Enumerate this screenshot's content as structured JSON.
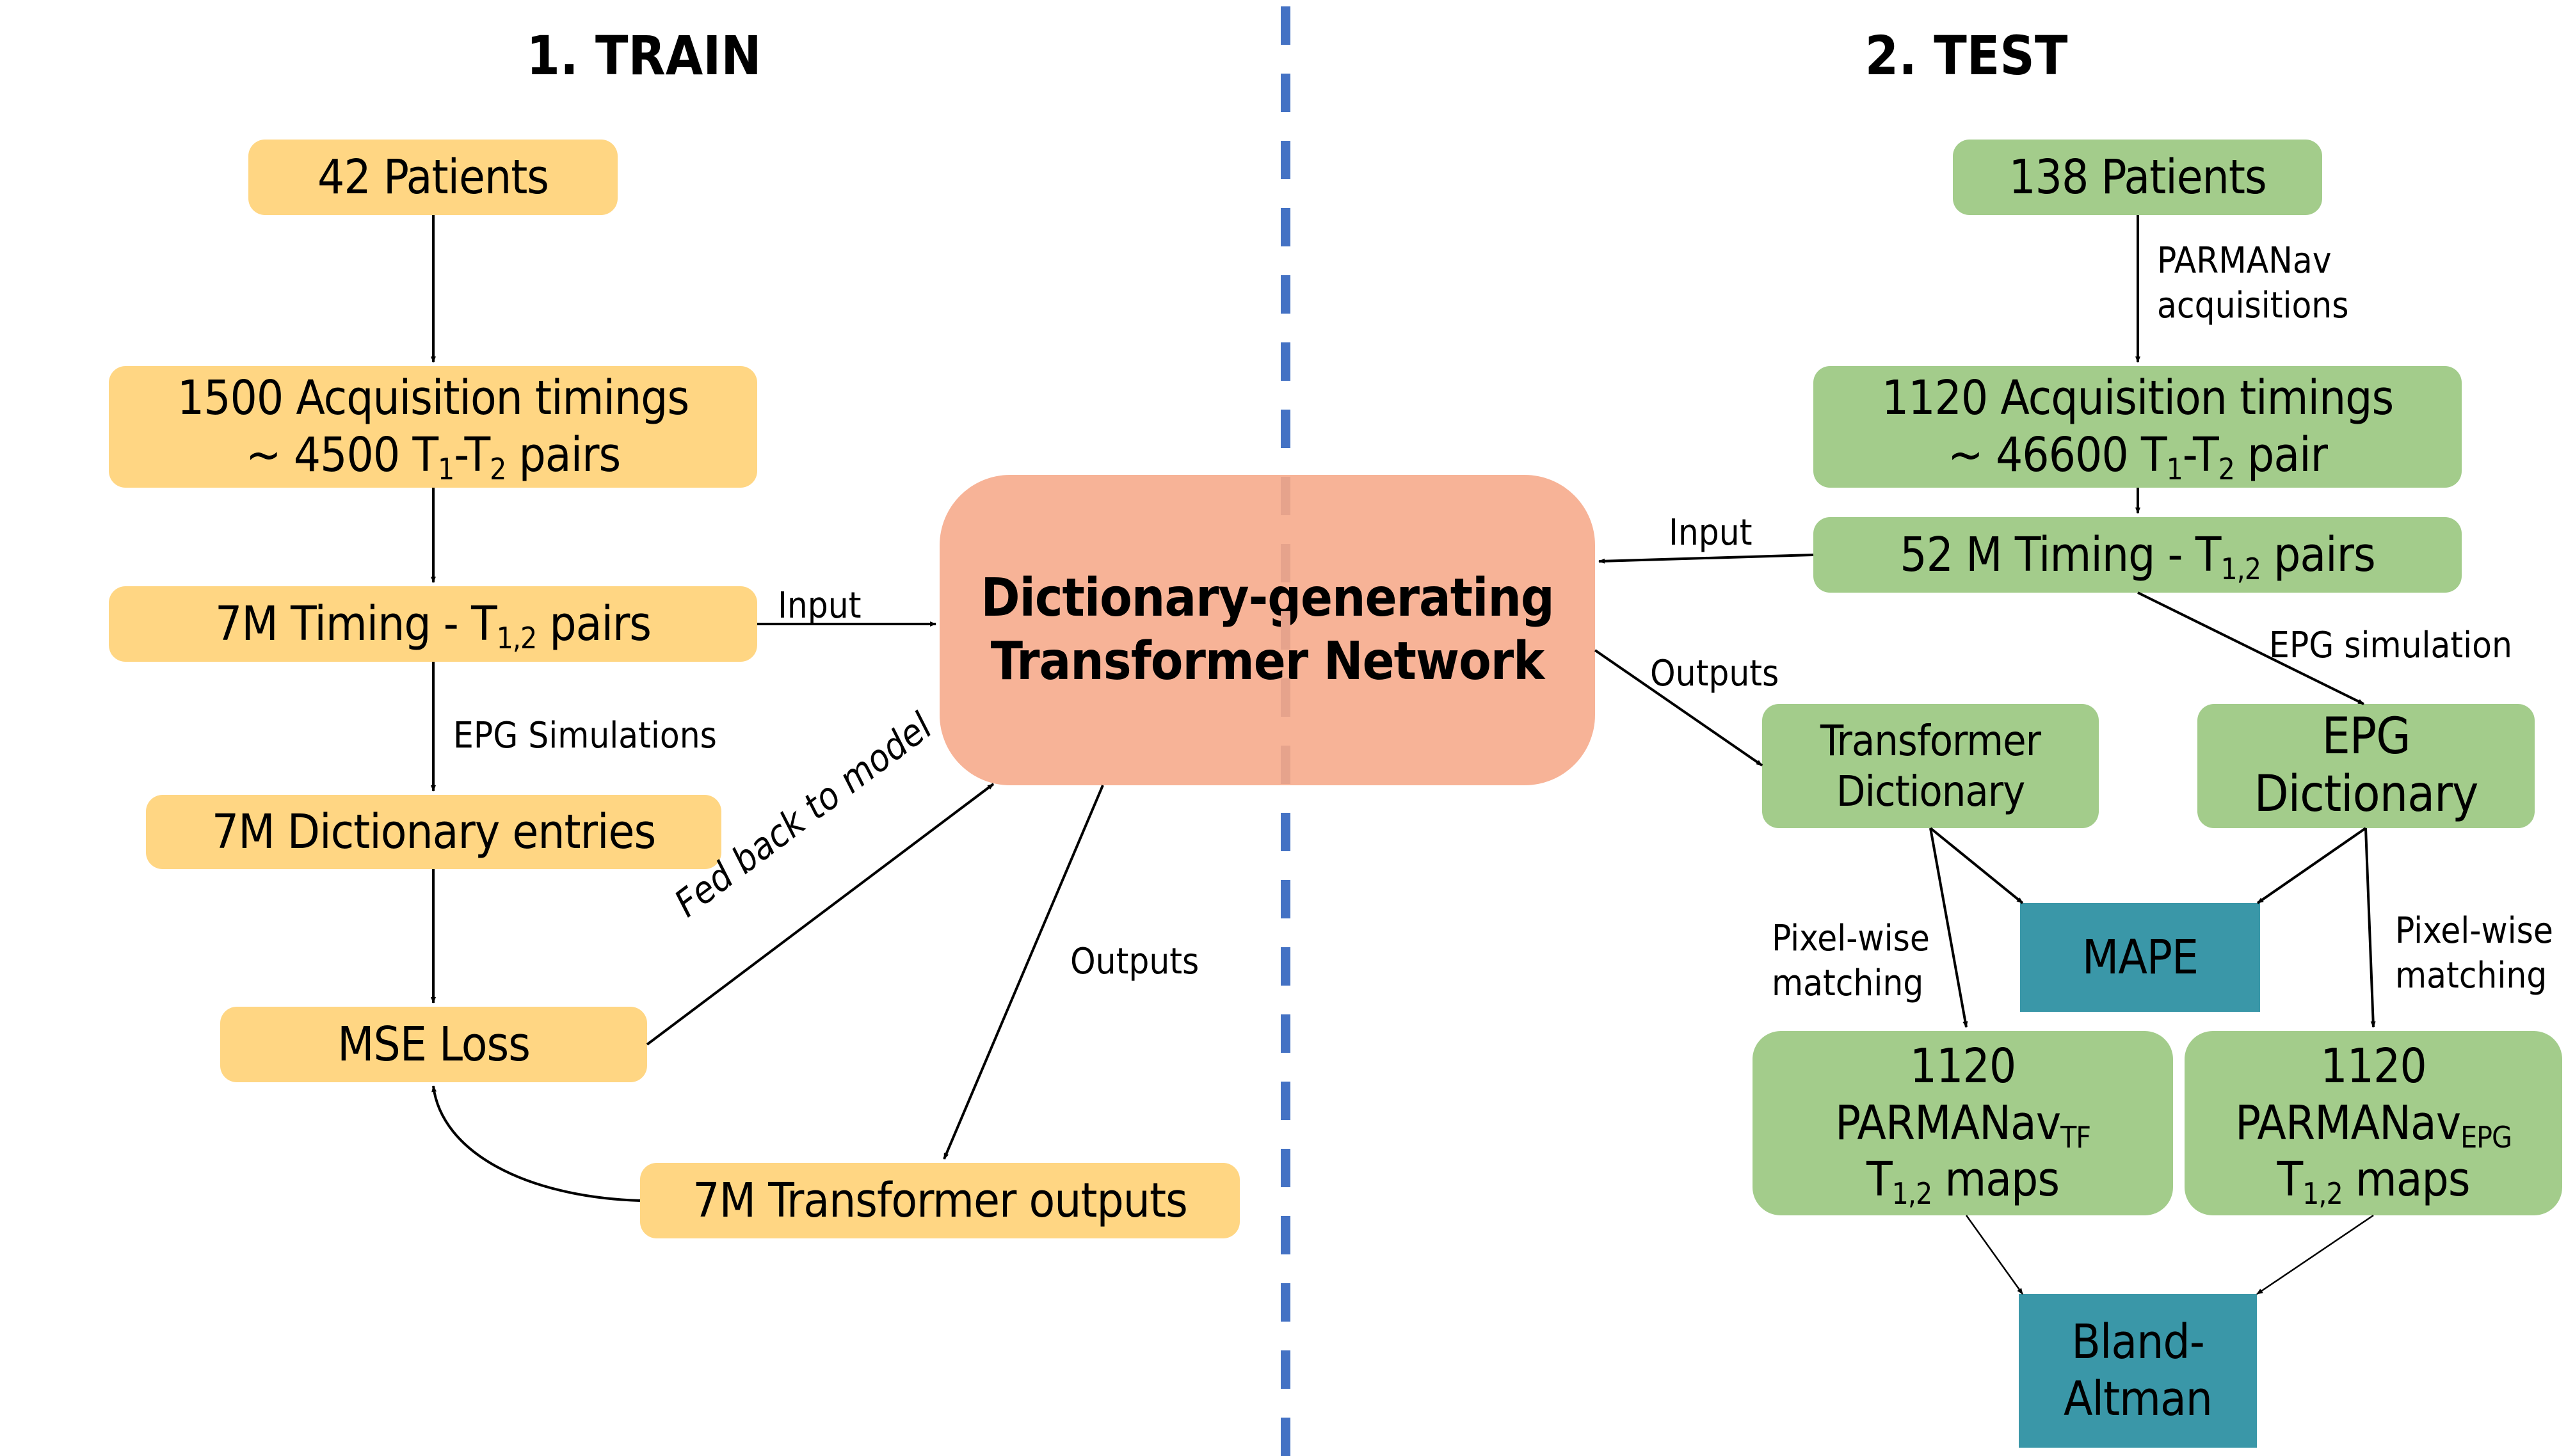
{
  "train": {
    "title": "1. TRAIN",
    "patients": "42 Patients",
    "acq_line1": "1500 Acquisition timings",
    "acq_line2_pre": "~ 4500 T",
    "acq_sub1": "1",
    "acq_mid": "-T",
    "acq_sub2": "2",
    "acq_post": " pairs",
    "timing_pre": "7M Timing - T",
    "timing_sub": "1,2",
    "timing_post": " pairs",
    "dictionary": "7M Dictionary entries",
    "loss": "MSE Loss",
    "outputs_box": "7M Transformer outputs",
    "label_input": "Input",
    "label_epg": "EPG Simulations",
    "label_fed_back": "Fed back to model",
    "label_outputs": "Outputs"
  },
  "network": {
    "line1": "Dictionary-generating",
    "line2": "Transformer Network"
  },
  "test": {
    "title": "2. TEST",
    "patients": "138 Patients",
    "label_parmanav_1": "PARMANav",
    "label_parmanav_2": "acquisitions",
    "acq_line1": "1120 Acquisition timings",
    "acq_line2_pre": "~ 46600 T",
    "acq_sub1": "1",
    "acq_mid": "-T",
    "acq_sub2": "2",
    "acq_post": " pair",
    "timing_pre": "52 M Timing - T",
    "timing_sub": "1,2",
    "timing_post": " pairs",
    "label_input": "Input",
    "label_outputs": "Outputs",
    "label_epg": "EPG simulation",
    "tf_dict_1": "Transformer",
    "tf_dict_2": "Dictionary",
    "epg_dict_1": "EPG",
    "epg_dict_2": "Dictionary",
    "mape": "MAPE",
    "label_pixelwise_1": "Pixel-wise",
    "label_pixelwise_2": "matching",
    "maps_tf_count": "1120",
    "maps_tf_name": "PARMANav",
    "maps_tf_sub": "TF",
    "maps_epg_count": "1120",
    "maps_epg_name": "PARMANav",
    "maps_epg_sub": "EPG",
    "maps_t": "T",
    "maps_t_sub": "1,2",
    "maps_post": " maps",
    "bland_1": "Bland-",
    "bland_2": "Altman"
  },
  "colors": {
    "train_box": "#FFD683",
    "test_box": "#A3CC8B",
    "network_box": "#F7B397",
    "metric_box": "#3A97A8",
    "divider": "#4472C4"
  }
}
